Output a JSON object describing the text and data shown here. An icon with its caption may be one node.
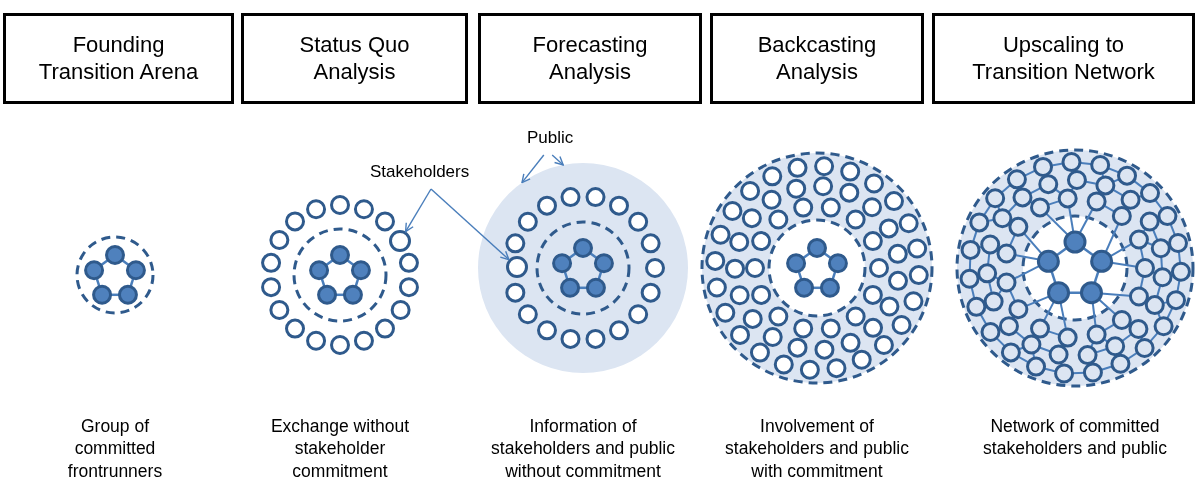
{
  "diagram": {
    "nodes": [
      {
        "text": [
          "Founding Transition Arena"
        ]
      },
      {
        "text": [
          "Status Quo Analysis"
        ]
      },
      {
        "text": [
          "Forecasting Analysis"
        ]
      },
      {
        "text": [
          "Backcasting Analysis"
        ]
      },
      {
        "text": [
          "Upscaling to Transition Network"
        ]
      },
      {
        "text": [
          "Stakeholders"
        ]
      },
      {
        "text": [
          "Public"
        ]
      },
      {
        "text": [],
        "shape": "circle"
      },
      {
        "text": [],
        "shape": "circle"
      },
      {
        "text": [],
        "shape": "circle",
        "in": 8
      }
    ],
    "edges": [
      {
        "from": 5,
        "to": 7,
        "arrow": "to"
      },
      {
        "from": 5,
        "to": 9,
        "arrow": "to"
      },
      {
        "from": 6,
        "to": 8,
        "arrow": "to"
      },
      {
        "from": 6,
        "to": 8,
        "arrow": "to"
      }
    ],
    "labels": [
      "Group of committed frontrunners",
      "Exchange without stakeholder commitment",
      "Information of stakeholders and public without commitment",
      "Involvement of stakeholders and public with commitment",
      "Network of committed stakeholders and public"
    ]
  }
}
